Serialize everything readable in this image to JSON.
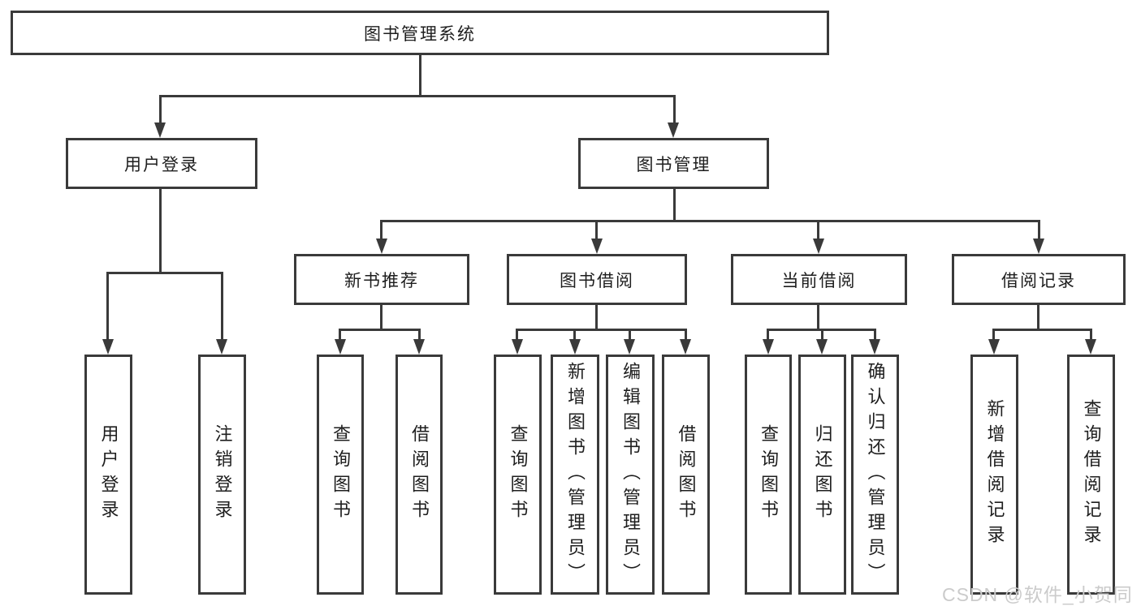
{
  "diagram": {
    "root": {
      "label": "图书管理系统"
    },
    "level2": {
      "user_login": {
        "label": "用户登录"
      },
      "book_mgmt": {
        "label": "图书管理"
      }
    },
    "level3": {
      "new_books": {
        "label": "新书推荐"
      },
      "book_borrow": {
        "label": "图书借阅"
      },
      "current_borrow": {
        "label": "当前借阅"
      },
      "borrow_records": {
        "label": "借阅记录"
      }
    },
    "leaves": [
      {
        "label": "用户登录",
        "parent": "用户登录"
      },
      {
        "label": "注销登录",
        "parent": "用户登录"
      },
      {
        "label": "查询图书",
        "parent": "新书推荐"
      },
      {
        "label": "借阅图书",
        "parent": "新书推荐"
      },
      {
        "label": "查询图书",
        "parent": "图书借阅"
      },
      {
        "label": "新增图书（管理员）",
        "parent": "图书借阅"
      },
      {
        "label": "编辑图书（管理员）",
        "parent": "图书借阅"
      },
      {
        "label": "借阅图书",
        "parent": "图书借阅"
      },
      {
        "label": "查询图书",
        "parent": "当前借阅"
      },
      {
        "label": "归还图书",
        "parent": "当前借阅"
      },
      {
        "label": "确认归还（管理员）",
        "parent": "当前借阅"
      },
      {
        "label": "新增借阅记录",
        "parent": "借阅记录"
      },
      {
        "label": "查询借阅记录",
        "parent": "借阅记录"
      }
    ]
  },
  "watermark": {
    "text": "CSDN @软件_小贺同学"
  },
  "colors": {
    "line": "#3a3a3a",
    "text": "#1e1e1e",
    "background": "#ffffff",
    "watermark": "#cbcbcb"
  }
}
